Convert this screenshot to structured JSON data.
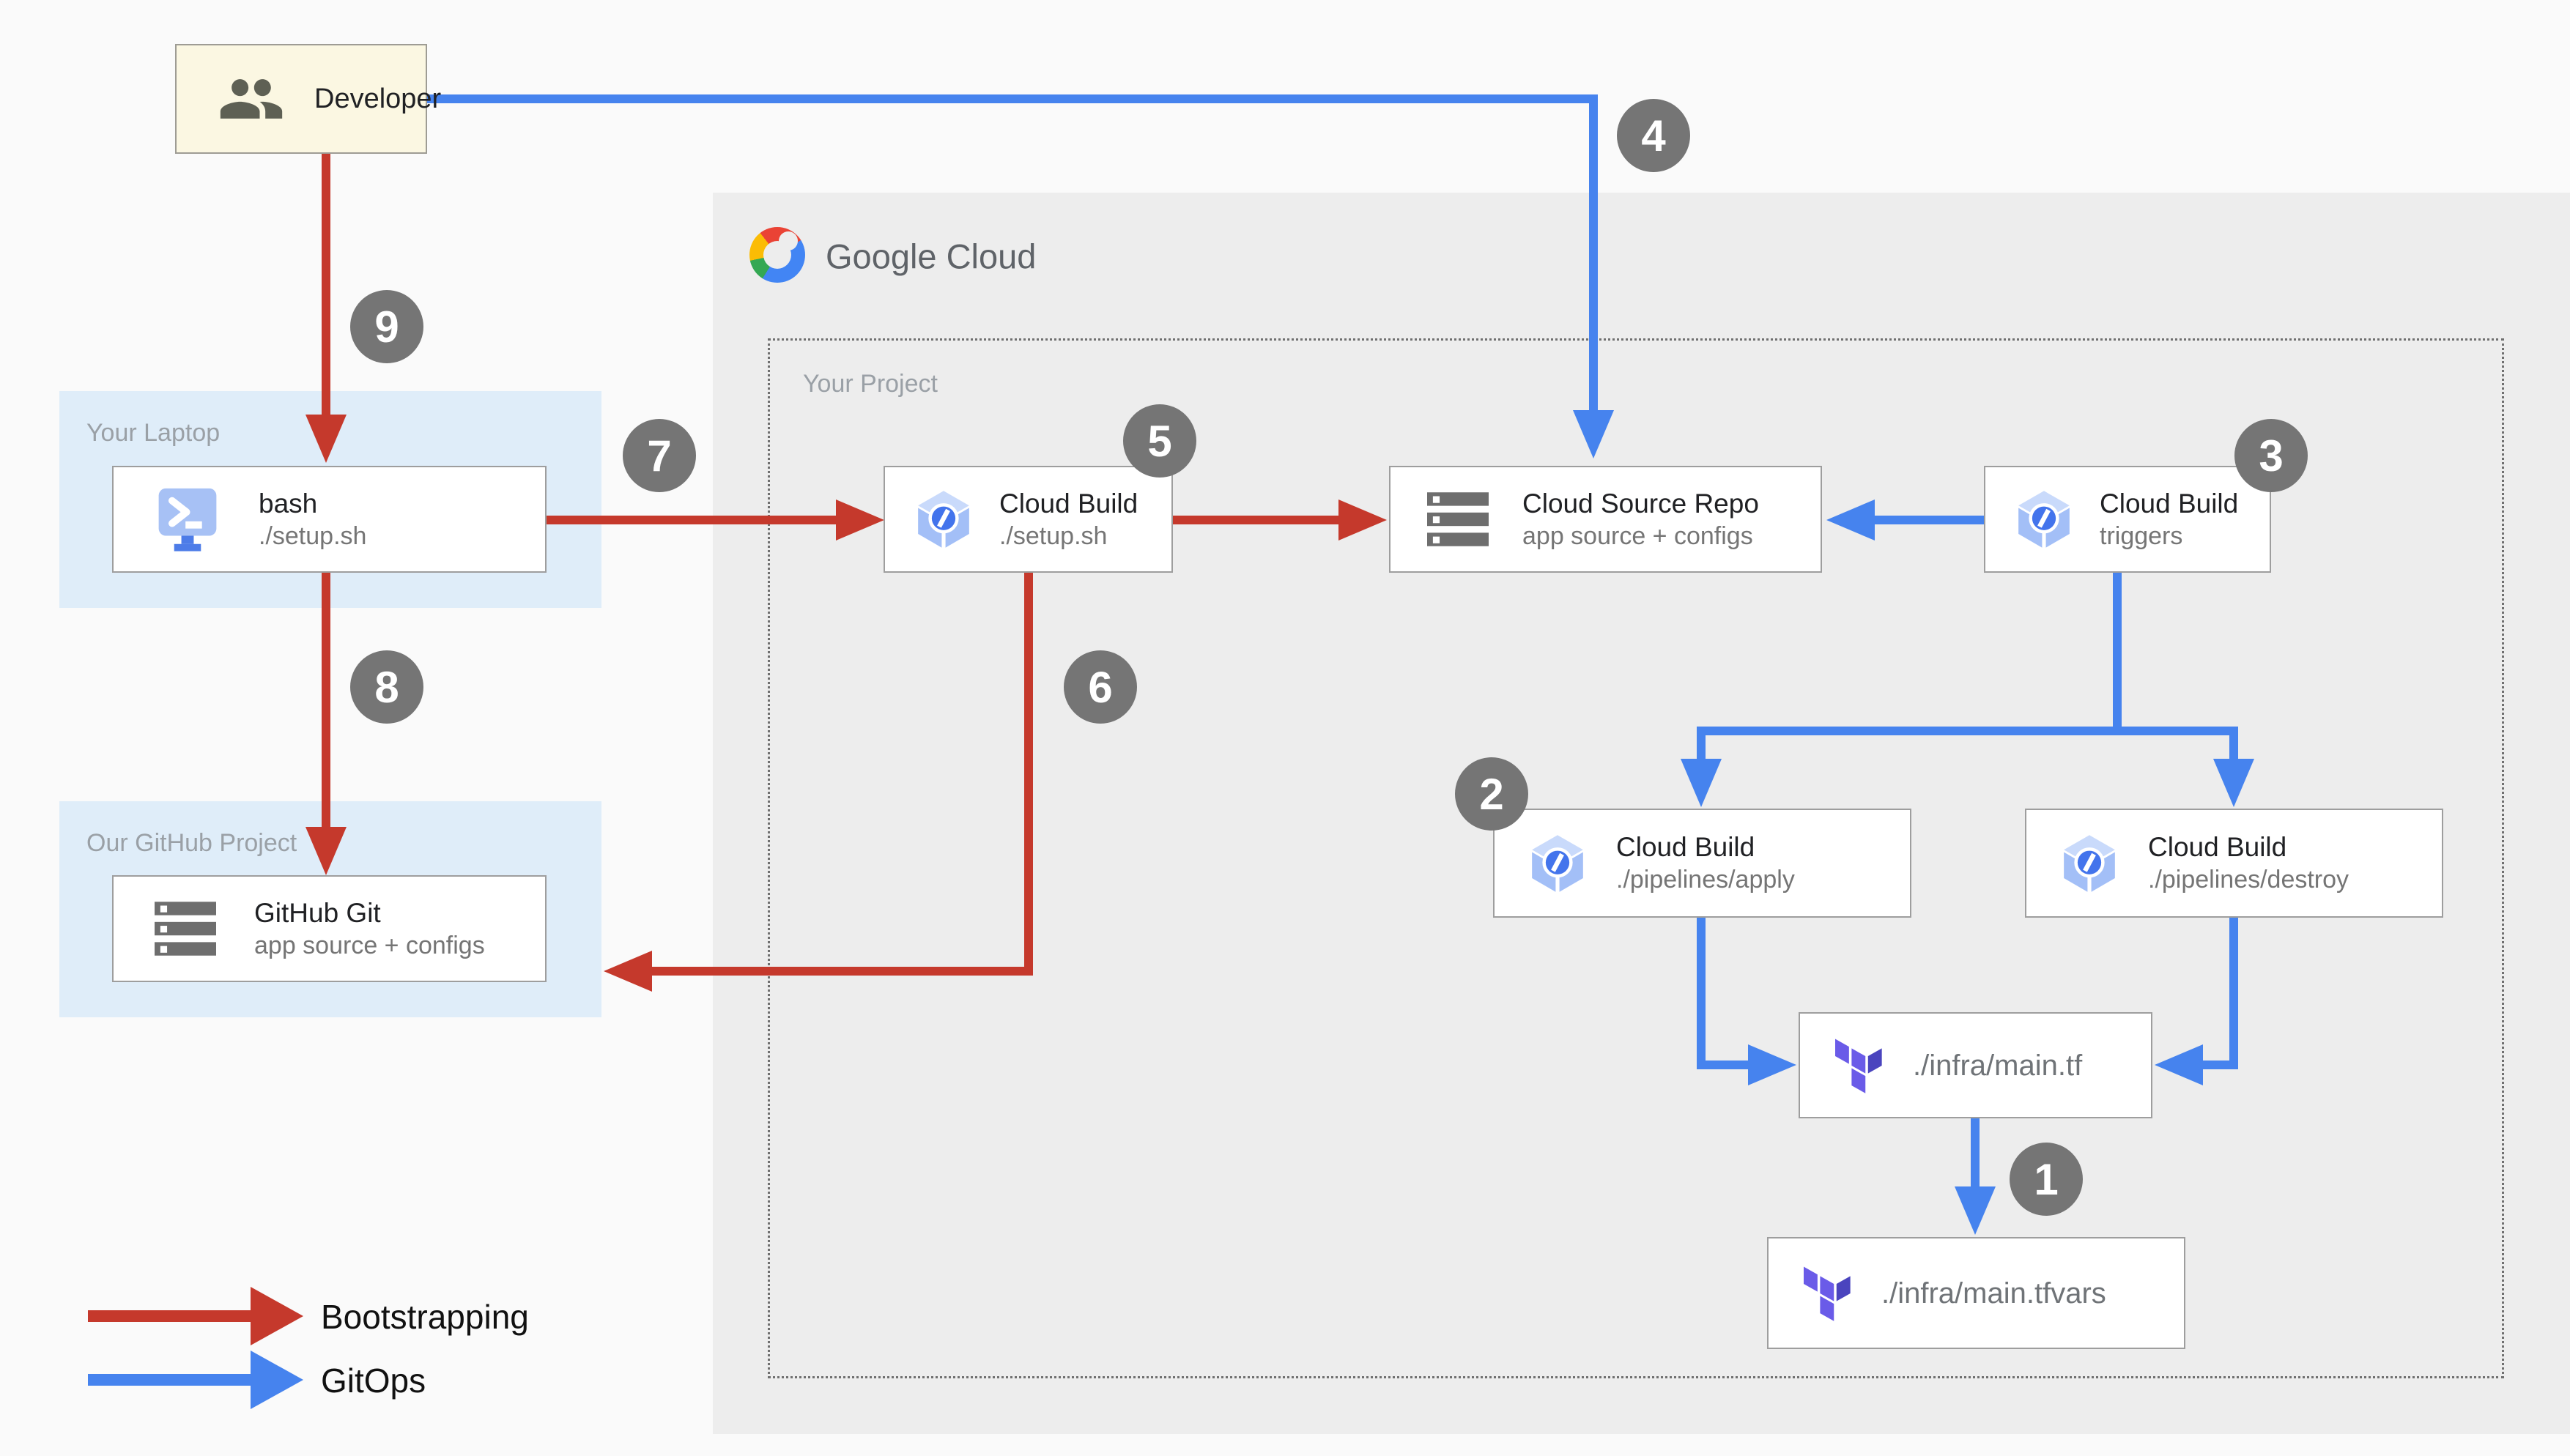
{
  "colors": {
    "bootstrapping_red": "#C5392C",
    "gitops_blue": "#4683EE",
    "badge_gray": "#757575",
    "google_cloud_area_gray": "#EDEDED",
    "container_light_blue": "#DFEDF9",
    "developer_cream": "#FBF7E2"
  },
  "areas": {
    "google_cloud": {
      "label": "Google Cloud"
    },
    "your_project": {
      "label": "Your Project"
    },
    "your_laptop": {
      "label": "Your Laptop"
    },
    "github_project": {
      "label": "Our GitHub Project"
    }
  },
  "nodes": {
    "developer": {
      "title": "Developer"
    },
    "bash": {
      "title": "bash",
      "subtitle": "./setup.sh"
    },
    "github_git": {
      "title": "GitHub Git",
      "subtitle": "app source + configs"
    },
    "cloud_build_setup": {
      "title": "Cloud Build",
      "subtitle": "./setup.sh"
    },
    "cloud_source_repo": {
      "title": "Cloud Source Repo",
      "subtitle": "app source + configs"
    },
    "cloud_build_triggers": {
      "title": "Cloud Build",
      "subtitle": "triggers"
    },
    "cloud_build_apply": {
      "title": "Cloud Build",
      "subtitle": "./pipelines/apply"
    },
    "cloud_build_destroy": {
      "title": "Cloud Build",
      "subtitle": "./pipelines/destroy"
    },
    "infra_main_tf": {
      "title": "./infra/main.tf"
    },
    "infra_main_tfvars": {
      "title": "./infra/main.tfvars"
    }
  },
  "badges": {
    "b1": "1",
    "b2": "2",
    "b3": "3",
    "b4": "4",
    "b5": "5",
    "b6": "6",
    "b7": "7",
    "b8": "8",
    "b9": "9"
  },
  "legend": {
    "bootstrapping": "Bootstrapping",
    "gitops": "GitOps"
  }
}
